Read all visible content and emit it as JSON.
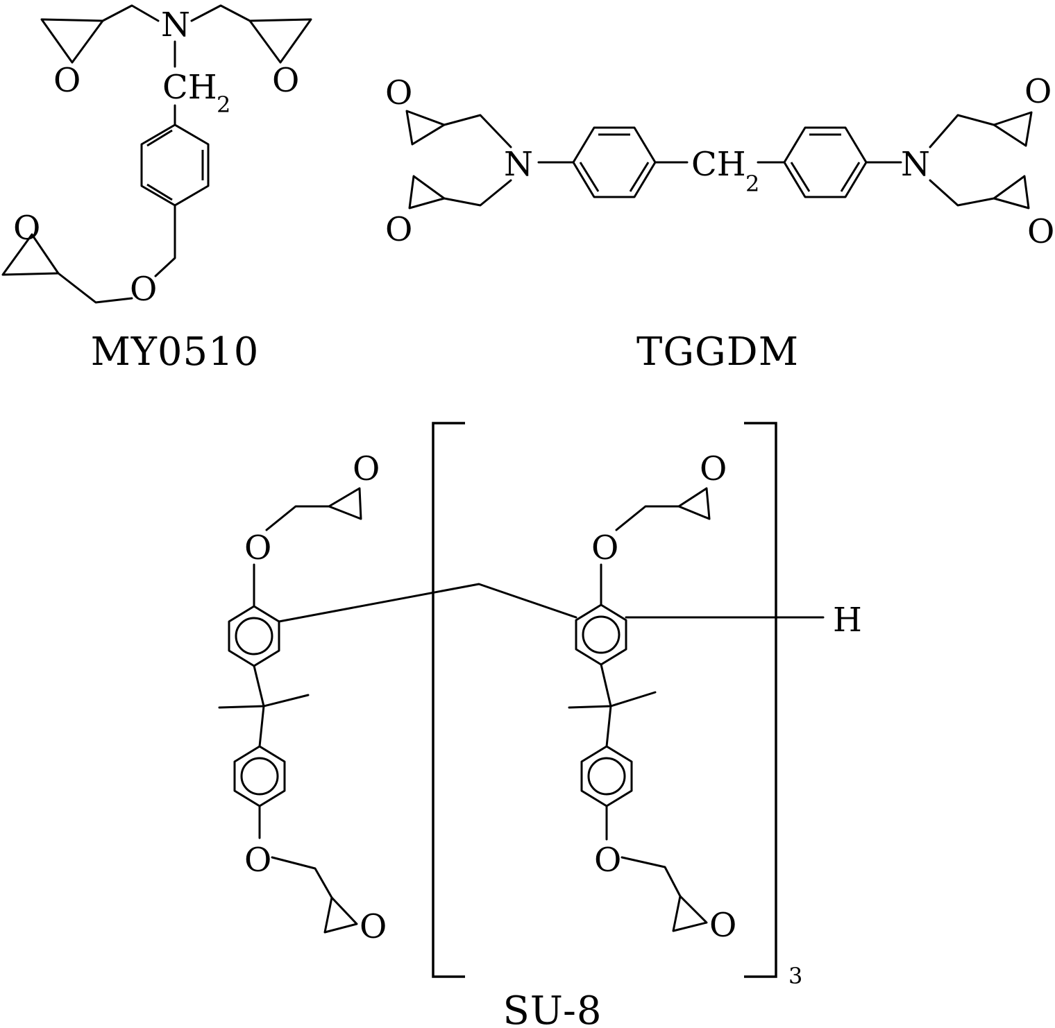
{
  "atoms": {
    "n": "N",
    "o": "O",
    "h": "H",
    "ch": "CH",
    "sub2": "2"
  },
  "compounds": [
    {
      "name": "MY0510"
    },
    {
      "name": "TGGDM"
    },
    {
      "name": "SU-8",
      "repeat_subscript": "3"
    }
  ]
}
